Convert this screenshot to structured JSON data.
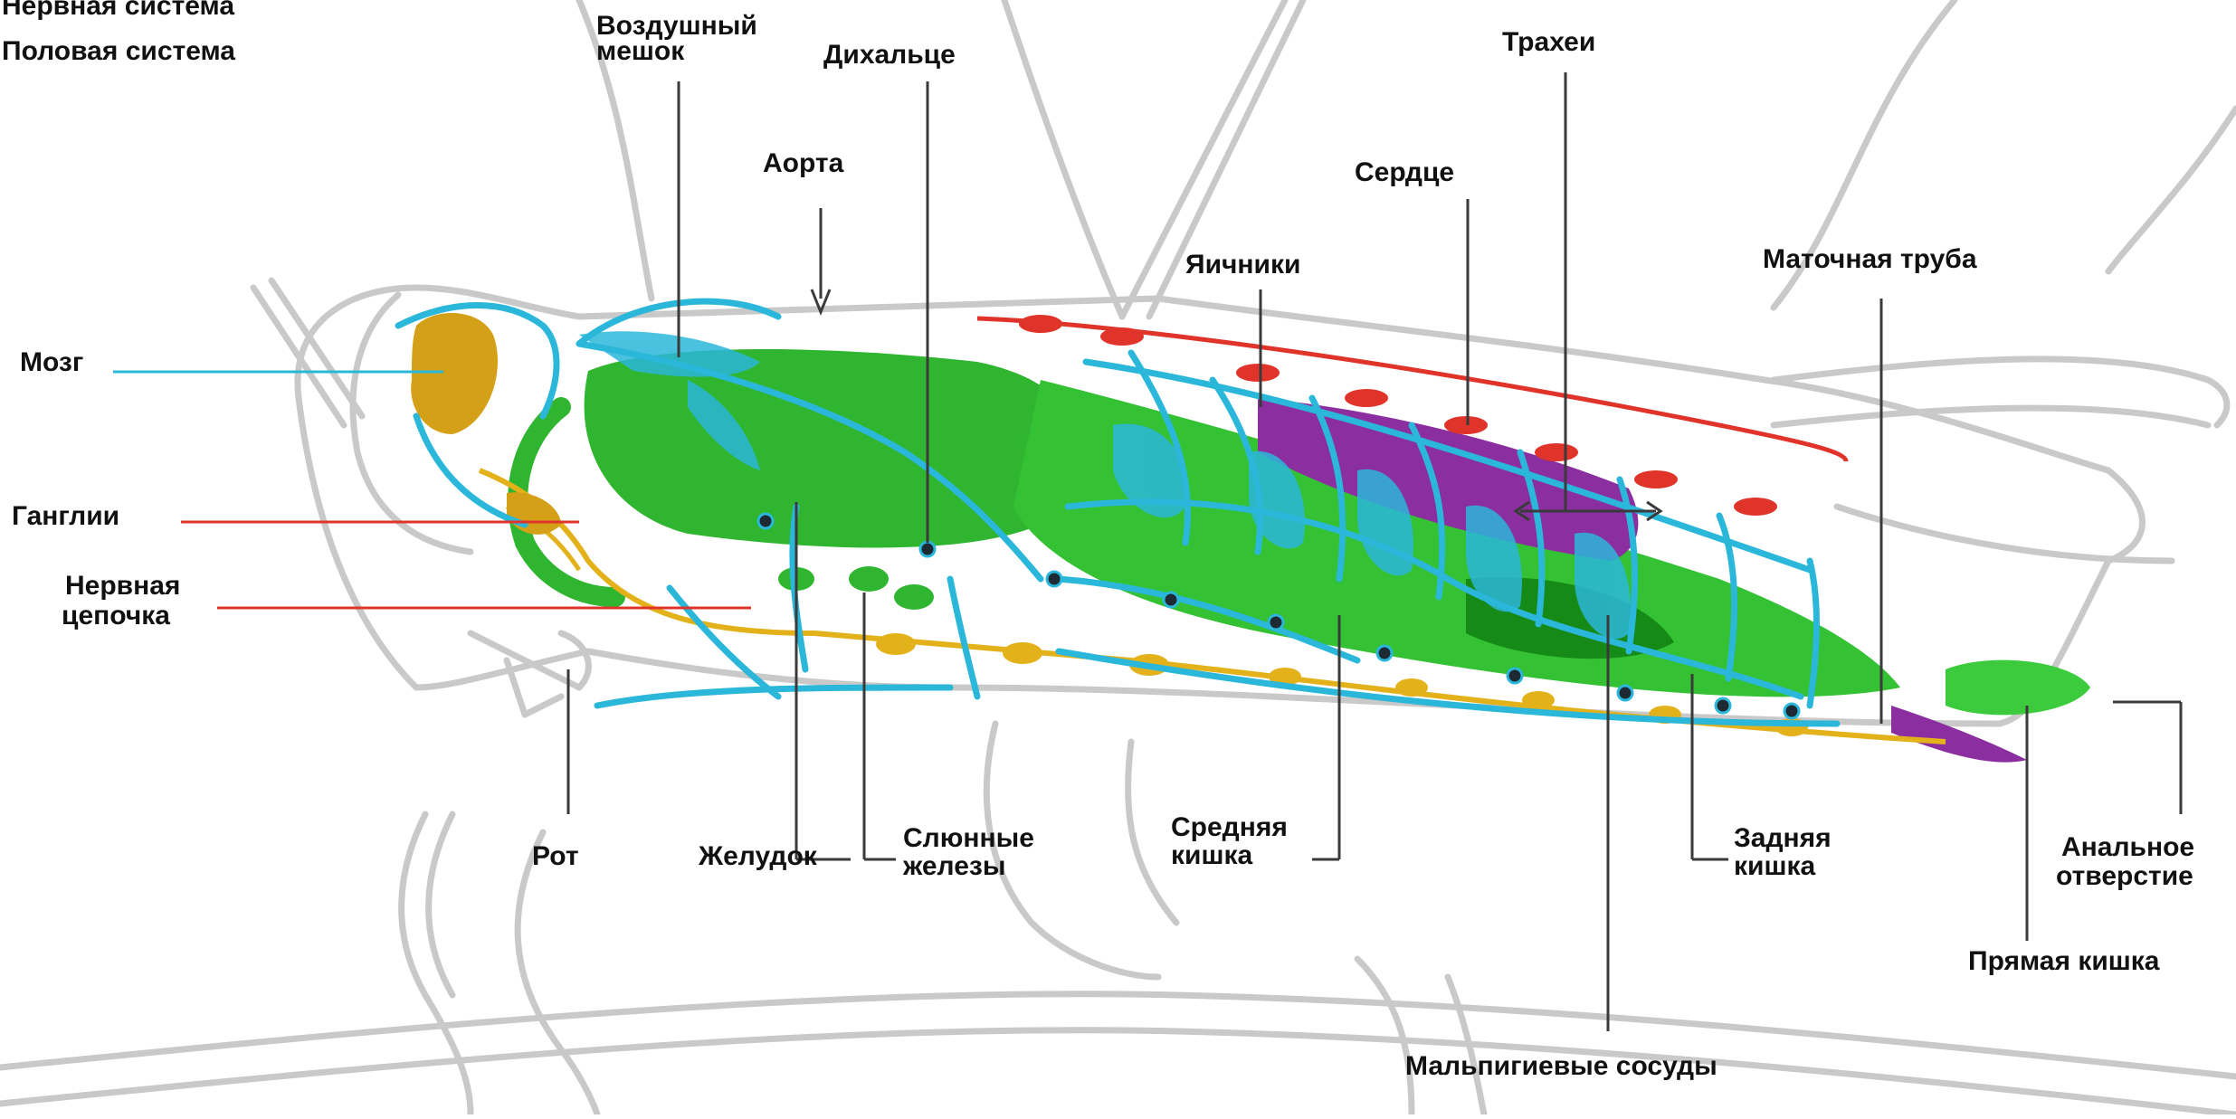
{
  "legend": {
    "line1": "Нервная система",
    "line2": "Половая система"
  },
  "labels": {
    "air_sac_1": "Воздушный",
    "air_sac_2": "мешок",
    "spiracle": "Дихальце",
    "trachea": "Трахеи",
    "aorta": "Аорта",
    "heart": "Сердце",
    "ovaries": "Яичники",
    "oviduct": "Маточная труба",
    "brain": "Мозг",
    "ganglia": "Ганглии",
    "nerve_cord_1": "Нервная",
    "nerve_cord_2": "цепочка",
    "mouth": "Рот",
    "stomach": "Желудок",
    "salivary_1": "Слюнные",
    "salivary_2": "железы",
    "midgut_1": "Средняя",
    "midgut_2": "кишка",
    "hindgut_1": "Задняя",
    "hindgut_2": "кишка",
    "anus_1": "Анальное",
    "anus_2": "отверстие",
    "rectum": "Прямая кишка",
    "malpighian": "Мальпигиевые сосуды"
  },
  "colors": {
    "outline": "#c9c9c9",
    "trachea": "#2bb7d9",
    "gut": "#2fb52f",
    "gut_dark": "#168a16",
    "nerve": "#e3b21a",
    "brain": "#d4a017",
    "heart": "#e0342b",
    "ovary": "#8b2fa0",
    "label_line": "#3a3a3a"
  }
}
